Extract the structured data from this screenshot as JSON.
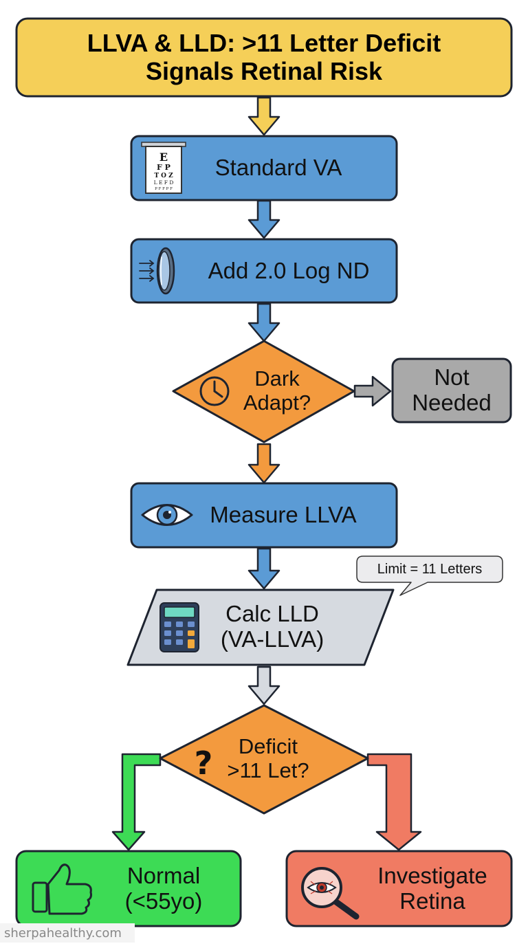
{
  "title": {
    "line1": "LLVA & LLD: >11 Letter Deficit",
    "line2": "Signals Retinal Risk"
  },
  "steps": {
    "standard_va": "Standard VA",
    "add_nd": "Add 2.0 Log ND",
    "dark_adapt": {
      "line1": "Dark",
      "line2": "Adapt?"
    },
    "not_needed": {
      "line1": "Not",
      "line2": "Needed"
    },
    "measure_llva": "Measure LLVA",
    "calc_lld": {
      "line1": "Calc LLD",
      "line2": "(VA-LLVA)"
    },
    "deficit": {
      "line1": "Deficit",
      "line2": ">11 Let?"
    },
    "normal": {
      "line1": "Normal",
      "line2": "(<55yo)"
    },
    "investigate": {
      "line1": "Investigate",
      "line2": "Retina"
    }
  },
  "callout": "Limit = 11 Letters",
  "eye_chart": {
    "r1": "E",
    "r2": "F P",
    "r3": "T O Z",
    "r4": "L E F D",
    "r5": "P F F P F"
  },
  "question_mark": "?",
  "watermark": "sherpahealthy.com",
  "icons": [
    "eye-chart-icon",
    "lens-filter-icon",
    "clock-icon",
    "eye-icon",
    "calculator-icon",
    "question-icon",
    "thumbs-up-icon",
    "magnifier-eye-icon"
  ],
  "colors": {
    "title_fill": "#f5cf58",
    "process_fill": "#5b9bd5",
    "decision_fill": "#f39a3e",
    "gray_fill": "#a9a9a9",
    "parallelogram_fill": "#d6dae0",
    "green_fill": "#3ddb55",
    "red_fill": "#f07b63",
    "outline": "#1e2430"
  }
}
